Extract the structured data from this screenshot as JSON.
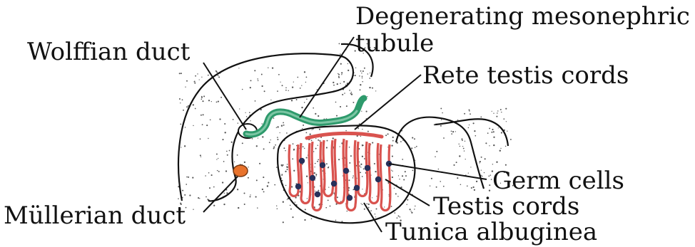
{
  "labels": {
    "degenerating_line1": "Degenerating mesonephric",
    "degenerating_line2": "tubule",
    "wolffian_duct": "Wolffian duct",
    "rete_testis_cords": "Rete testis cords",
    "germ_cells": "Germ cells",
    "mullerian_duct": "Müllerian duct",
    "testis_cords": "Testis cords",
    "tunica_albuginea": "Tunica albuginea"
  },
  "colors": {
    "outline": "#111111",
    "wolffian_green": "#2e9a6c",
    "wolffian_green_light": "#7cc6a4",
    "cord_red": "#d9534f",
    "mullerian_orange": "#e8732c",
    "germ_cell": "#27305a",
    "stipple": "#555555"
  }
}
